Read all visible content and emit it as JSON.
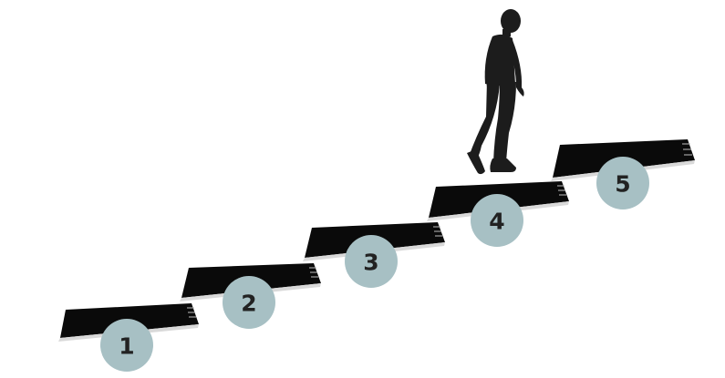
{
  "steps": [
    {
      "label": "1"
    },
    {
      "label": "2"
    },
    {
      "label": "3"
    },
    {
      "label": "4"
    },
    {
      "label": "5"
    }
  ],
  "colors": {
    "step": "#0a0a0a",
    "badge": "#a7c0c4",
    "badge_text": "#222222",
    "figure": "#1c1c1c"
  },
  "icons": {
    "figure": "walking-person-icon"
  }
}
